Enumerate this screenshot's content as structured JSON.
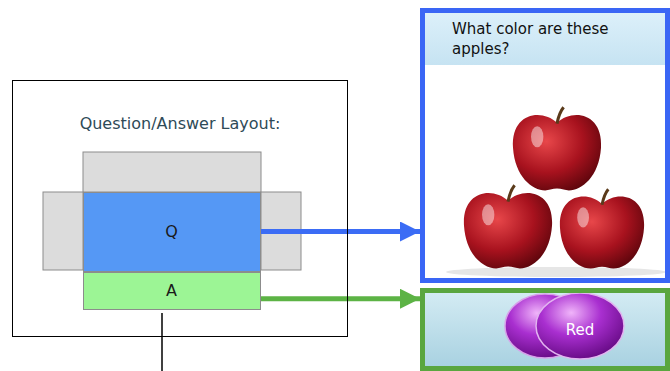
{
  "diagram": {
    "nodes": [
      {
        "text": [
          "Question/Answer Layout:"
        ]
      },
      {
        "text": [
          "Q"
        ],
        "in": 0
      },
      {
        "text": [
          "A"
        ],
        "in": 0
      },
      {
        "text": [
          "What color are these apples?"
        ]
      },
      {
        "text": [
          "Red"
        ]
      }
    ],
    "edges": [
      {
        "from": 1,
        "to": 3,
        "arrow": "to"
      },
      {
        "from": 2,
        "to": 4,
        "arrow": "to"
      }
    ]
  }
}
